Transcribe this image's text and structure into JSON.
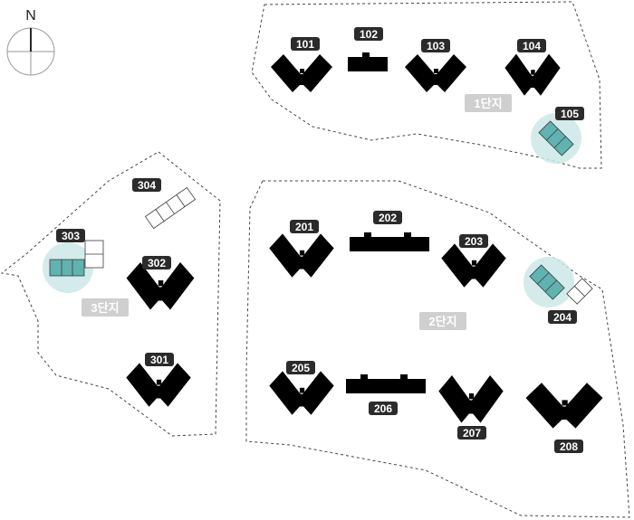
{
  "compass": {
    "north_letter": "N"
  },
  "zones": [
    {
      "id": "zone-1",
      "label": "1단지"
    },
    {
      "id": "zone-2",
      "label": "2단지"
    },
    {
      "id": "zone-3",
      "label": "3단지"
    }
  ],
  "buildings": {
    "b101": "101",
    "b102": "102",
    "b103": "103",
    "b104": "104",
    "b105": "105",
    "b201": "201",
    "b202": "202",
    "b203": "203",
    "b204": "204",
    "b205": "205",
    "b206": "206",
    "b207": "207",
    "b208": "208",
    "b301": "301",
    "b302": "302",
    "b303": "303",
    "b304": "304"
  },
  "highlighted_buildings": [
    "105",
    "204",
    "303"
  ],
  "colors": {
    "highlight": "#5fb3b0",
    "halo": "#cde8e7",
    "label_bg": "#2b2b2b",
    "zone_label_bg": "#cfcfcf"
  }
}
